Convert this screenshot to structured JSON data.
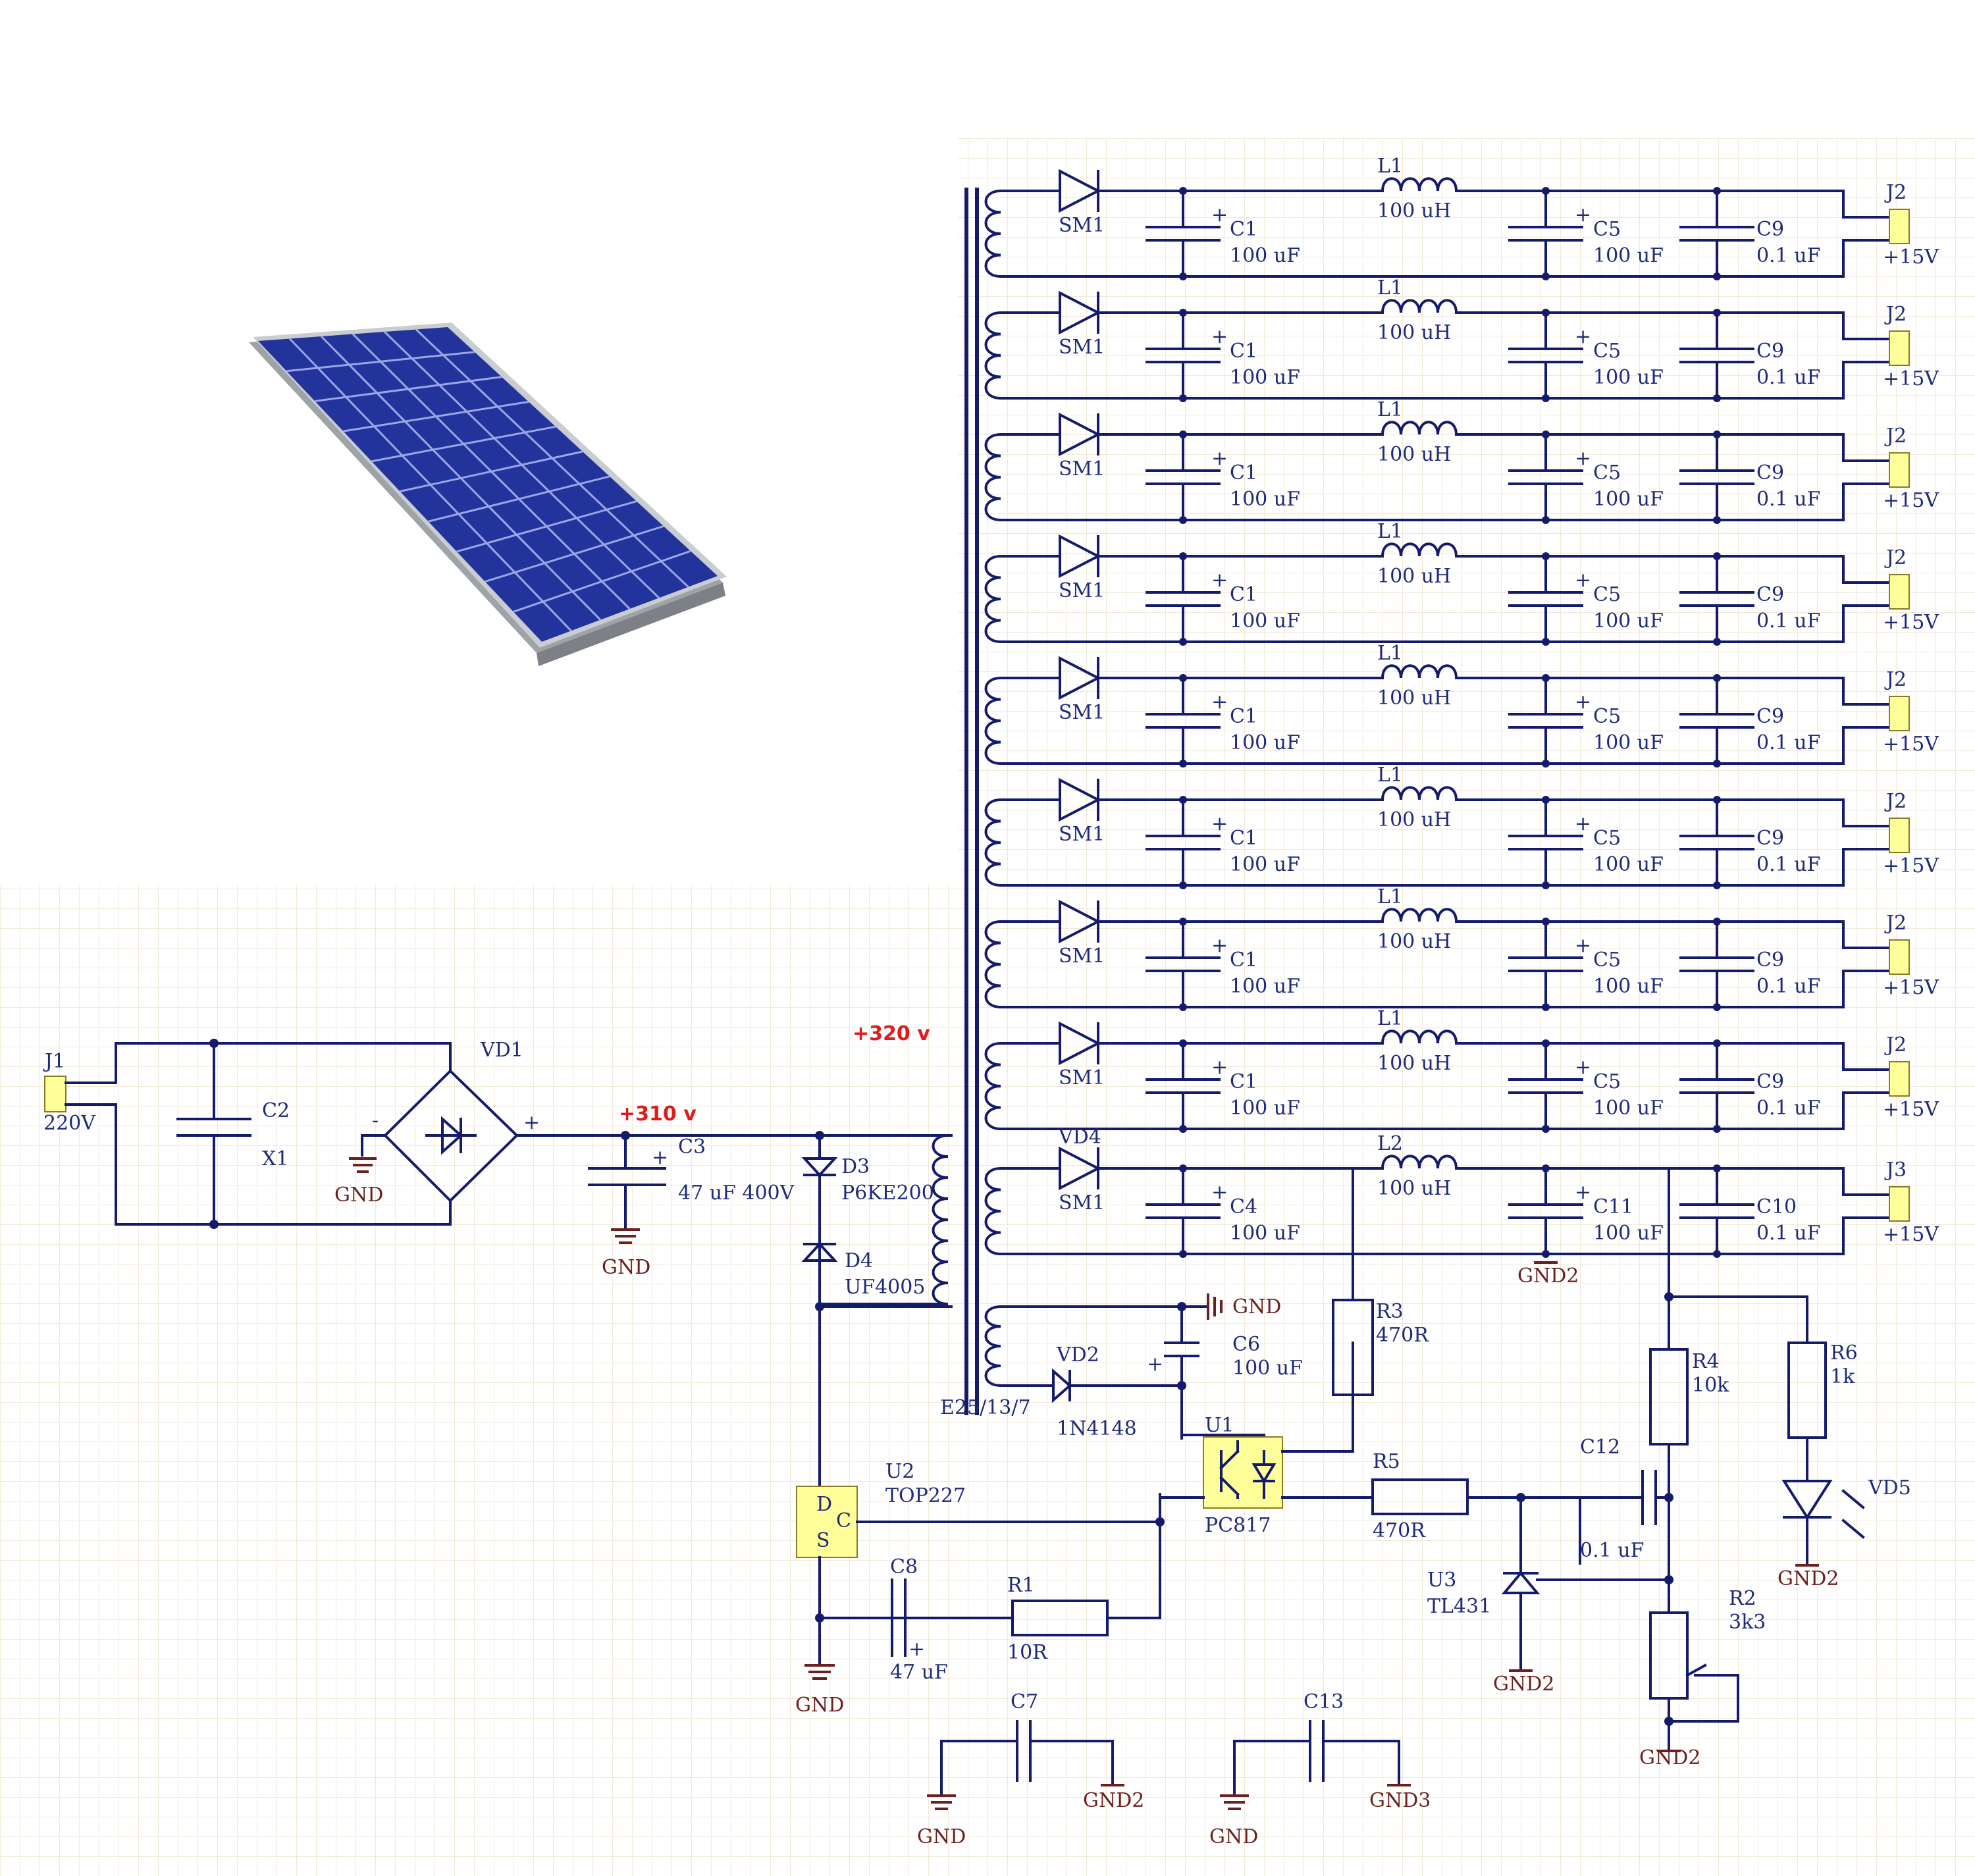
{
  "colors": {
    "wire": "#151b6b",
    "label": "#1e2a7a",
    "ground": "#6b1f1f",
    "voltage_marker": "#e01b1b",
    "grid": "#f1e9d8",
    "connector": "#ffff9a",
    "panel_cell": "#23339c"
  },
  "icons": {
    "solar_panel": "solar-panel-image"
  },
  "input": {
    "connector": "J1",
    "voltage": "220V",
    "capacitor": "C2",
    "capacitor_type": "X1",
    "bridge": "VD1",
    "bridge_minus": "-",
    "bridge_plus": "+",
    "ground": "GND"
  },
  "bus": {
    "v310": "+310 v",
    "v320": "+320 v",
    "bulk_cap": "C3",
    "bulk_cap_value": "47 uF 400V",
    "bulk_plus": "+",
    "bulk_gnd": "GND"
  },
  "clamp": {
    "d3": "D3",
    "d3_part": "P6KE200",
    "d4": "D4",
    "d4_part": "UF4005"
  },
  "transformer": {
    "name": "E25/13/7"
  },
  "outputs": [
    {
      "diode": "SM1",
      "cap1": "C1",
      "cap1_value": "100 uF",
      "inductor": "L1",
      "inductor_value": "100 uH",
      "cap2": "C5",
      "cap2_value": "100 uF",
      "cap3": "C9",
      "cap3_value": "0.1 uF",
      "connector": "J2",
      "voltage": "+15V"
    },
    {
      "diode": "SM1",
      "cap1": "C1",
      "cap1_value": "100 uF",
      "inductor": "L1",
      "inductor_value": "100 uH",
      "cap2": "C5",
      "cap2_value": "100 uF",
      "cap3": "C9",
      "cap3_value": "0.1 uF",
      "connector": "J2",
      "voltage": "+15V"
    },
    {
      "diode": "SM1",
      "cap1": "C1",
      "cap1_value": "100 uF",
      "inductor": "L1",
      "inductor_value": "100 uH",
      "cap2": "C5",
      "cap2_value": "100 uF",
      "cap3": "C9",
      "cap3_value": "0.1 uF",
      "connector": "J2",
      "voltage": "+15V"
    },
    {
      "diode": "SM1",
      "cap1": "C1",
      "cap1_value": "100 uF",
      "inductor": "L1",
      "inductor_value": "100 uH",
      "cap2": "C5",
      "cap2_value": "100 uF",
      "cap3": "C9",
      "cap3_value": "0.1 uF",
      "connector": "J2",
      "voltage": "+15V"
    },
    {
      "diode": "SM1",
      "cap1": "C1",
      "cap1_value": "100 uF",
      "inductor": "L1",
      "inductor_value": "100 uH",
      "cap2": "C5",
      "cap2_value": "100 uF",
      "cap3": "C9",
      "cap3_value": "0.1 uF",
      "connector": "J2",
      "voltage": "+15V"
    },
    {
      "diode": "SM1",
      "cap1": "C1",
      "cap1_value": "100 uF",
      "inductor": "L1",
      "inductor_value": "100 uH",
      "cap2": "C5",
      "cap2_value": "100 uF",
      "cap3": "C9",
      "cap3_value": "0.1 uF",
      "connector": "J2",
      "voltage": "+15V"
    },
    {
      "diode": "SM1",
      "cap1": "C1",
      "cap1_value": "100 uF",
      "inductor": "L1",
      "inductor_value": "100 uH",
      "cap2": "C5",
      "cap2_value": "100 uF",
      "cap3": "C9",
      "cap3_value": "0.1 uF",
      "connector": "J2",
      "voltage": "+15V"
    },
    {
      "diode": "SM1",
      "cap1": "C1",
      "cap1_value": "100 uF",
      "inductor": "L1",
      "inductor_value": "100 uH",
      "cap2": "C5",
      "cap2_value": "100 uF",
      "cap3": "C9",
      "cap3_value": "0.1 uF",
      "connector": "J2",
      "voltage": "+15V"
    }
  ],
  "feedback_output": {
    "diode_ref": "VD4",
    "diode": "SM1",
    "cap1": "C4",
    "cap1_value": "100 uF",
    "inductor": "L2",
    "inductor_value": "100 uH",
    "cap2": "C11",
    "cap2_value": "100 uF",
    "cap3": "C10",
    "cap3_value": "0.1 uF",
    "connector": "J3",
    "voltage": "+15V",
    "ground": "GND2"
  },
  "aux": {
    "diode_ref": "VD2",
    "diode_part": "1N4148",
    "cap": "C6",
    "cap_value": "100 uF",
    "ground": "GND",
    "plus": "+"
  },
  "controller": {
    "ref": "U2",
    "part": "TOP227",
    "pin_d": "D",
    "pin_s": "S",
    "pin_c": "C",
    "cap": "C8",
    "cap_value": "47 uF",
    "plus": "+",
    "res": "R1",
    "res_value": "10R",
    "ground": "GND"
  },
  "opto": {
    "ref": "U1",
    "part": "PC817"
  },
  "feedback": {
    "r3": "R3",
    "r3_value": "470R",
    "r5": "R5",
    "r5_value": "470R",
    "c12": "C12",
    "c12_value": "0.1 uF",
    "u3": "U3",
    "u3_part": "TL431",
    "u3_ground": "GND2",
    "r4": "R4",
    "r4_value": "10k",
    "r6": "R6",
    "r6_value": "1k",
    "led": "VD5",
    "led_ground": "GND2",
    "r2": "R2",
    "r2_value": "3k3",
    "r2_ground": "GND2"
  },
  "ycaps": {
    "c7": "C7",
    "c7_left": "GND",
    "c7_right": "GND2",
    "c13": "C13",
    "c13_left": "GND",
    "c13_right": "GND3"
  }
}
